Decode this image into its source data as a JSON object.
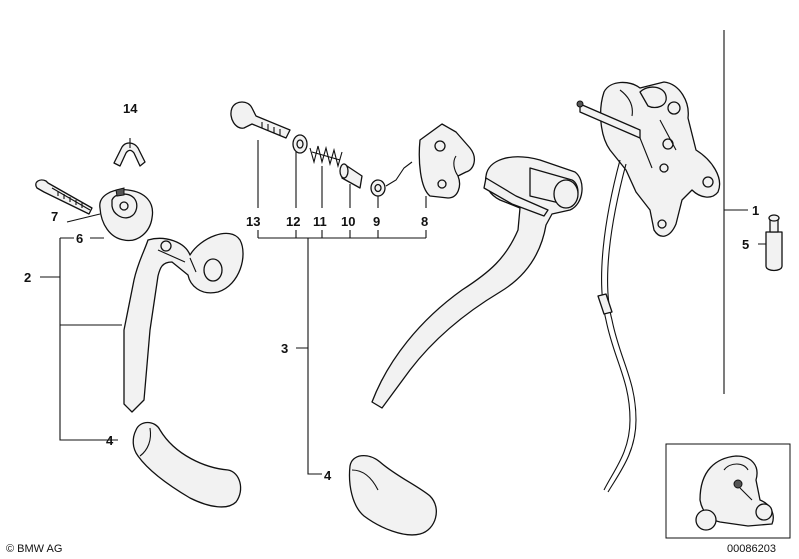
{
  "callouts": {
    "c1": "1",
    "c2": "2",
    "c3": "3",
    "c4a": "4",
    "c4b": "4",
    "c5": "5",
    "c6": "6",
    "c7": "7",
    "c8": "8",
    "c9": "9",
    "c10": "10",
    "c11": "11",
    "c12": "12",
    "c13": "13",
    "c14": "14"
  },
  "footer": {
    "copyright": "© BMW AG",
    "drawing_number": "00086203"
  }
}
